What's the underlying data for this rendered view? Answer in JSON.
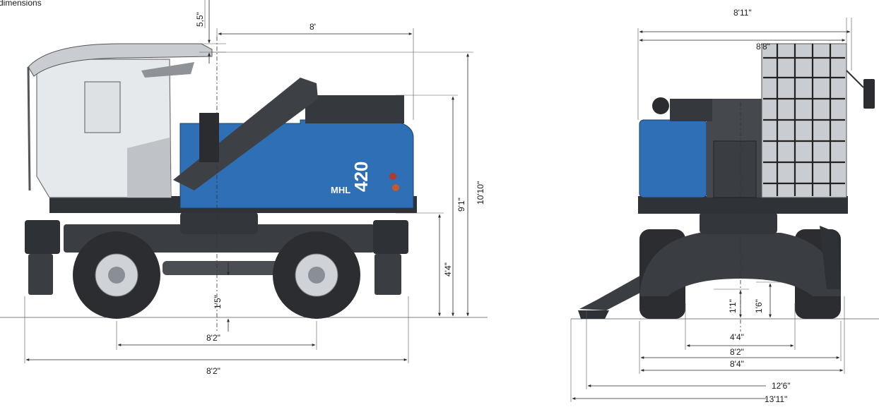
{
  "header": {
    "title": "dimensions"
  },
  "model_badge": {
    "series": "MHL",
    "number": "420"
  },
  "side_view": {
    "height_cab_top": "5,5\"",
    "width_upper_body": "8'",
    "height_total": "10'10\"",
    "height_engine_hood": "9'1\"",
    "height_upper_base": "4'4\"",
    "ground_clearance": "1'5\"",
    "wheelbase": "8'2\"",
    "length_total": "8'2\""
  },
  "front_view": {
    "width_total_mirror": "8'11\"",
    "width_upper": "8'8\"",
    "clearance_axle": "1'1\"",
    "clearance_outrigger": "1'6\"",
    "track": "4'4\"",
    "width_wheels": "8'2\"",
    "width_outriggers_folded": "8'4\"",
    "outrigger_span": "12'6\"",
    "outrigger_span_total": "13'11\""
  },
  "colors": {
    "machine_blue": "#2f6fb6",
    "machine_dark": "#3a3d42",
    "cab_glass": "#e6e9ec",
    "cab_shell": "#bfc3c7"
  }
}
